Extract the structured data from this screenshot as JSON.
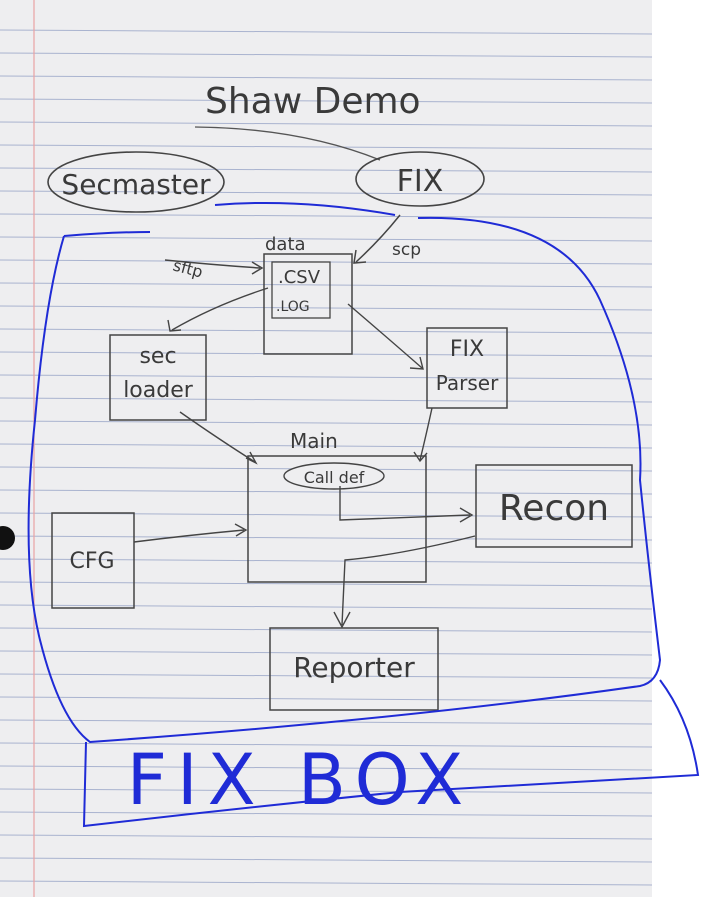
{
  "title": "Shaw Demo",
  "nodes": {
    "secmaster": "Secmaster",
    "fix": "FIX",
    "data_label": "data",
    "data_csv": ".CSV",
    "data_log": ".LOG",
    "sec_loader_line1": "sec",
    "sec_loader_line2": "loader",
    "fix_parser_line1": "FIX",
    "fix_parser_line2": "Parser",
    "main_label": "Main",
    "call_def": "Call def",
    "cfg": "CFG",
    "recon": "Recon",
    "reporter": "Reporter"
  },
  "edges": {
    "sftp": "sftp",
    "scp": "scp"
  },
  "boundary_label": "FIX BOX",
  "colors": {
    "paper": "#eeeef0",
    "rule_line": "#a9b3cf",
    "margin_line": "#e9a3a3",
    "ink": "#3a3a3a",
    "blue_ink": "#1f2bd6"
  }
}
